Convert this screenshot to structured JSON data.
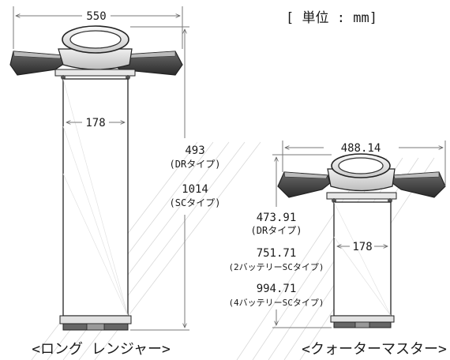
{
  "unit_label": "[ 単位 : mm]",
  "long_ranger": {
    "caption": "<ロング レンジャー>",
    "width": "550",
    "pole_width": "178",
    "height_dr": "493",
    "height_dr_type": "(DRタイプ)",
    "height_sc": "1014",
    "height_sc_type": "(SCタイプ)"
  },
  "quarter_master": {
    "caption": "<クォーターマスター>",
    "width": "488.14",
    "pole_width": "178",
    "height_dr": "473.91",
    "height_dr_type": "(DRタイプ)",
    "height_2sc": "751.71",
    "height_2sc_type": "(2バッテリーSCタイプ)",
    "height_4sc": "994.71",
    "height_4sc_type": "(4バッテリーSCタイプ)"
  }
}
